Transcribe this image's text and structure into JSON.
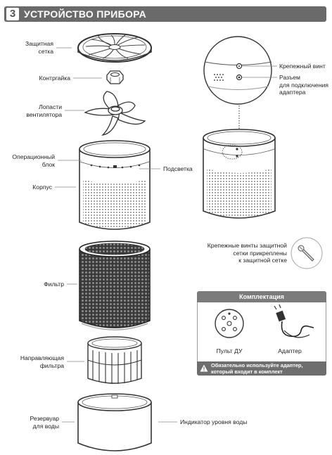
{
  "header": {
    "number": "3",
    "title": "УСТРОЙСТВО ПРИБОРА"
  },
  "labels": {
    "protective_grid": [
      "Защитная",
      "сетка"
    ],
    "locknut": "Контргайка",
    "fan_blades": [
      "Лопасти",
      "вентилятора"
    ],
    "control_unit": [
      "Операционный",
      "блок"
    ],
    "body": "Корпус",
    "backlight": "Подсветка",
    "filter": "Фильтр",
    "filter_guide": [
      "Направляющая",
      "фильтра"
    ],
    "water_tank": [
      "Резервуар",
      "для воды"
    ],
    "water_level": "Индикатор уровня воды",
    "mount_screw": "Крепежный винт",
    "adapter_port": [
      "Разъем",
      "для подключения",
      "адаптера"
    ],
    "grid_screws": [
      "Крепежные винты защитной",
      "сетки прикреплены",
      "к защитной сетке"
    ]
  },
  "kit": {
    "title": "Комплектация",
    "remote": "Пульт ДУ",
    "adapter": "Адаптер",
    "warning": [
      "Обязательно используйте адаптер,",
      "который входит в комплект"
    ]
  },
  "colors": {
    "header_bg": "#6a6a6a",
    "kit_header_bg": "#7b7b7b",
    "warn_bg": "#6e6e6e",
    "line": "#888888"
  }
}
